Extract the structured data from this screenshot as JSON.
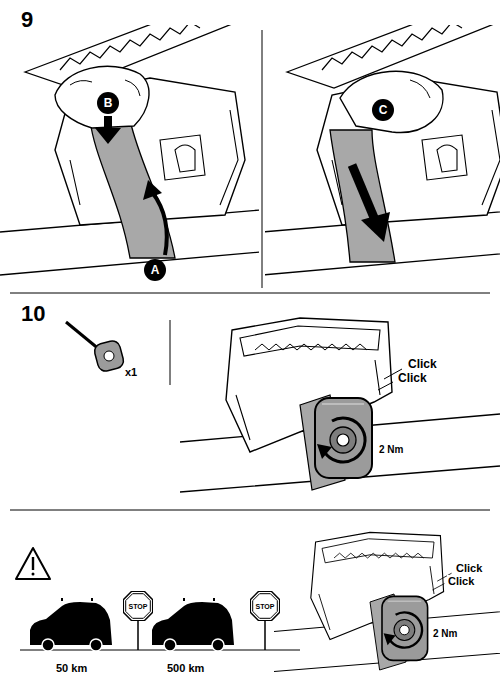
{
  "diagram": {
    "nodes": [
      {
        "text": [
          "B"
        ]
      },
      {
        "text": [
          "A"
        ]
      },
      {
        "text": [
          "C"
        ]
      },
      {
        "text": [
          "STOP"
        ]
      },
      {
        "text": [
          "STOP"
        ]
      }
    ],
    "labels": [
      "9",
      "10",
      "x1",
      "Click",
      "Click",
      "2 Nm",
      "50 km",
      "500 km",
      "Click",
      "Click",
      "2 Nm"
    ]
  }
}
